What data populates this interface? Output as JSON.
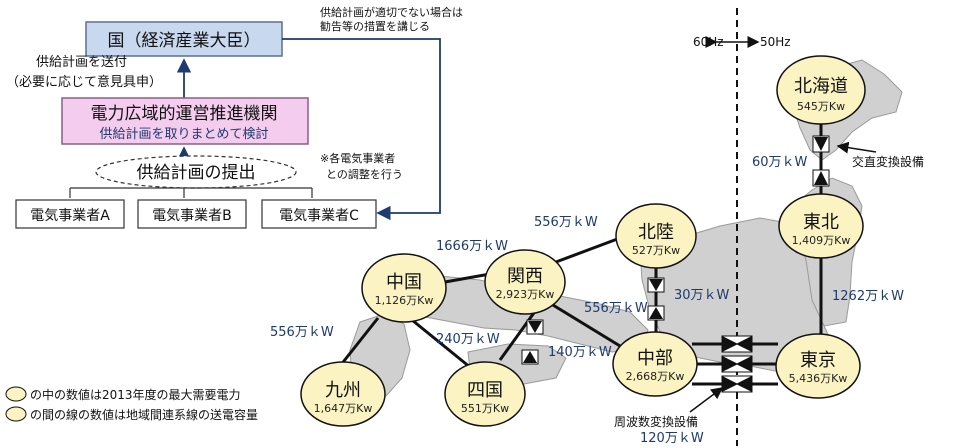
{
  "flow": {
    "country_box": "国（経済産業大臣）",
    "recommend_note": [
      "供給計画が適切でない場合は",
      "勧告等の措置を講じる"
    ],
    "send_note": [
      "供給計画を送付",
      "（必要に応じて意見具申）"
    ],
    "occto_box": "電力広域的運営推進機関",
    "occto_sub": "供給計画を取りまとめて検討",
    "submit_ellipse": "供給計画の提出",
    "coordinate_note": [
      "※各電気事業者",
      "との調整を行う"
    ],
    "operators": [
      "電気事業者A",
      "電気事業者B",
      "電気事業者C"
    ]
  },
  "frequency": {
    "left": "60Hz",
    "right": "50Hz"
  },
  "regions": [
    {
      "name": "北海道",
      "value": "545万Kw"
    },
    {
      "name": "東北",
      "value": "1,409万Kw"
    },
    {
      "name": "東京",
      "value": "5,436万Kw"
    },
    {
      "name": "中部",
      "value": "2,668万Kw"
    },
    {
      "name": "北陸",
      "value": "527万Kw"
    },
    {
      "name": "関西",
      "value": "2,923万Kw"
    },
    {
      "name": "中国",
      "value": "1,126万Kw"
    },
    {
      "name": "四国",
      "value": "551万Kw"
    },
    {
      "name": "九州",
      "value": "1,647万Kw"
    }
  ],
  "links": {
    "hokkaido_tohoku": "60万ｋW",
    "tohoku_tokyo": "1262万ｋW",
    "chugoku_kansai": "1666万ｋW",
    "kansai_hokuriku": "556万ｋW",
    "hokuriku_chubu": "30万ｋW",
    "kansai_chubu": "556万ｋW",
    "chugoku_shikoku": "240万ｋW",
    "kansai_shikoku": "140万ｋW",
    "chugoku_kyushu": "556万ｋW",
    "chubu_tokyo": "120万ｋW"
  },
  "labels": {
    "dc_converter": "交直変換設備",
    "freq_converter": "周波数変換設備"
  },
  "legend": [
    "の中の数値は2013年度の最大需要電力",
    "の間の線の数値は地域間連系線の送電容量"
  ],
  "colors": {
    "node_fill": "#fbf4c2",
    "box_blue": "#c8d8ee",
    "box_pink": "#f4cdee",
    "line_navy": "#1f3a70",
    "map_gray": "#d0d0d0"
  }
}
